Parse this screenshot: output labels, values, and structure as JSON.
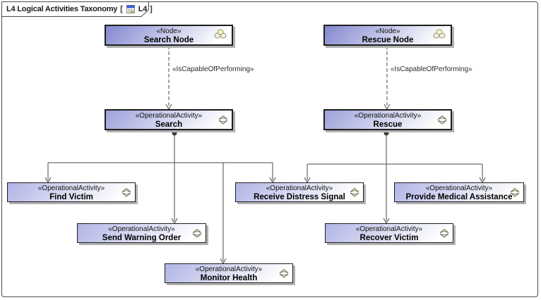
{
  "frame": {
    "title": "L4 Logical Activities Taxonomy",
    "open_bracket": "[",
    "diagram_ref": "L4",
    "close_bracket": "]"
  },
  "icons": {
    "title_icon": "nov-diagram-icon",
    "node_icon": "operational-performer-icon",
    "activity_icon": "operational-activity-icon"
  },
  "edges": {
    "search_capable": {
      "label": "«IsCapableOfPerforming»"
    },
    "rescue_capable": {
      "label": "«IsCapableOfPerforming»"
    }
  },
  "boxes": {
    "search_node": {
      "stereotype": "«Node»",
      "name": "Search Node"
    },
    "rescue_node": {
      "stereotype": "«Node»",
      "name": "Rescue Node"
    },
    "search": {
      "stereotype": "«OperationalActivity»",
      "name": "Search"
    },
    "rescue": {
      "stereotype": "«OperationalActivity»",
      "name": "Rescue"
    },
    "find_victim": {
      "stereotype": "«OperationalActivity»",
      "name": "Find Victim"
    },
    "send_warning_order": {
      "stereotype": "«OperationalActivity»",
      "name": "Send Warning Order"
    },
    "monitor_health": {
      "stereotype": "«OperationalActivity»",
      "name": "Monitor Health"
    },
    "receive_distress_signal": {
      "stereotype": "«OperationalActivity»",
      "name": "Receive Distress Signal"
    },
    "recover_victim": {
      "stereotype": "«OperationalActivity»",
      "name": "Recover Victim"
    },
    "provide_medical_assistance": {
      "stereotype": "«OperationalActivity»",
      "name": "Provide Medical Assistance"
    }
  },
  "colors": {
    "node_fill_top": "#8287cf",
    "activity_fill_top": "#9ca1da",
    "lower_activity_fill_top": "#b0b4e4",
    "box_border": "#1e1e1e",
    "connector": "#4a4a4a",
    "shadow": "#b2b2b2",
    "frame_border": "#4d4d4d",
    "title_icon_blue": "#3b5bd6"
  }
}
